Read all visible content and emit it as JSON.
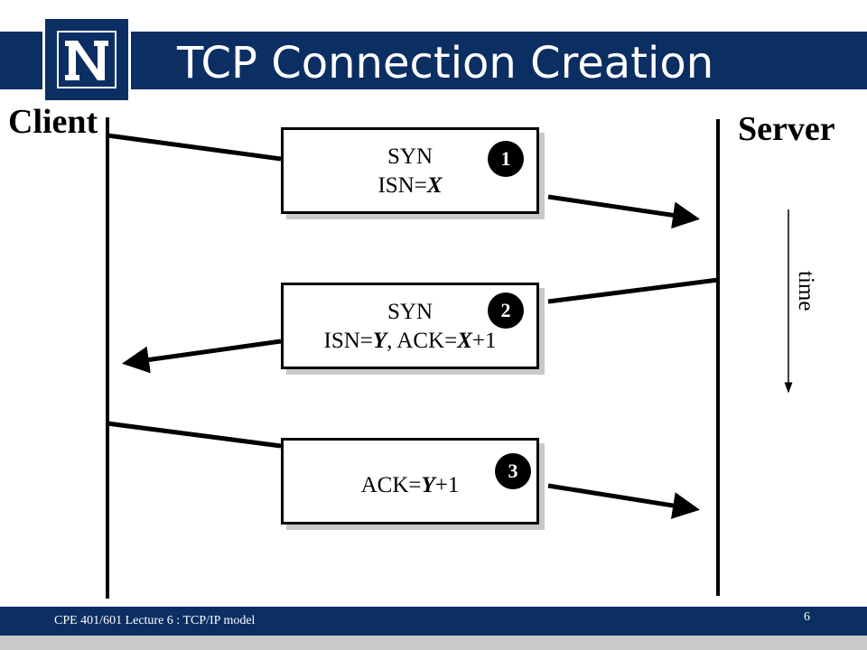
{
  "header": {
    "title": "TCP Connection Creation",
    "logo_letter": "N"
  },
  "diagram": {
    "client_label": "Client",
    "server_label": "Server",
    "time_label": "time",
    "messages": [
      {
        "number": "1",
        "line1": "SYN",
        "line2_parts": [
          {
            "t": "ISN="
          },
          {
            "t": "X",
            "i": true
          }
        ]
      },
      {
        "number": "2",
        "line1": "SYN",
        "line2_parts": [
          {
            "t": "ISN="
          },
          {
            "t": "Y",
            "i": true
          },
          {
            "t": ", ACK="
          },
          {
            "t": "X",
            "i": true
          },
          {
            "t": "+1"
          }
        ]
      },
      {
        "number": "3",
        "line1": "",
        "line2_parts": [
          {
            "t": "ACK="
          },
          {
            "t": "Y",
            "i": true
          },
          {
            "t": "+1"
          }
        ]
      }
    ]
  },
  "footer": {
    "course": "CPE 401/601 Lecture 6 : TCP/IP model",
    "page_number": "6"
  },
  "colors": {
    "brand_navy": "#0b2e63",
    "footer_gray": "#c9c9c9"
  }
}
